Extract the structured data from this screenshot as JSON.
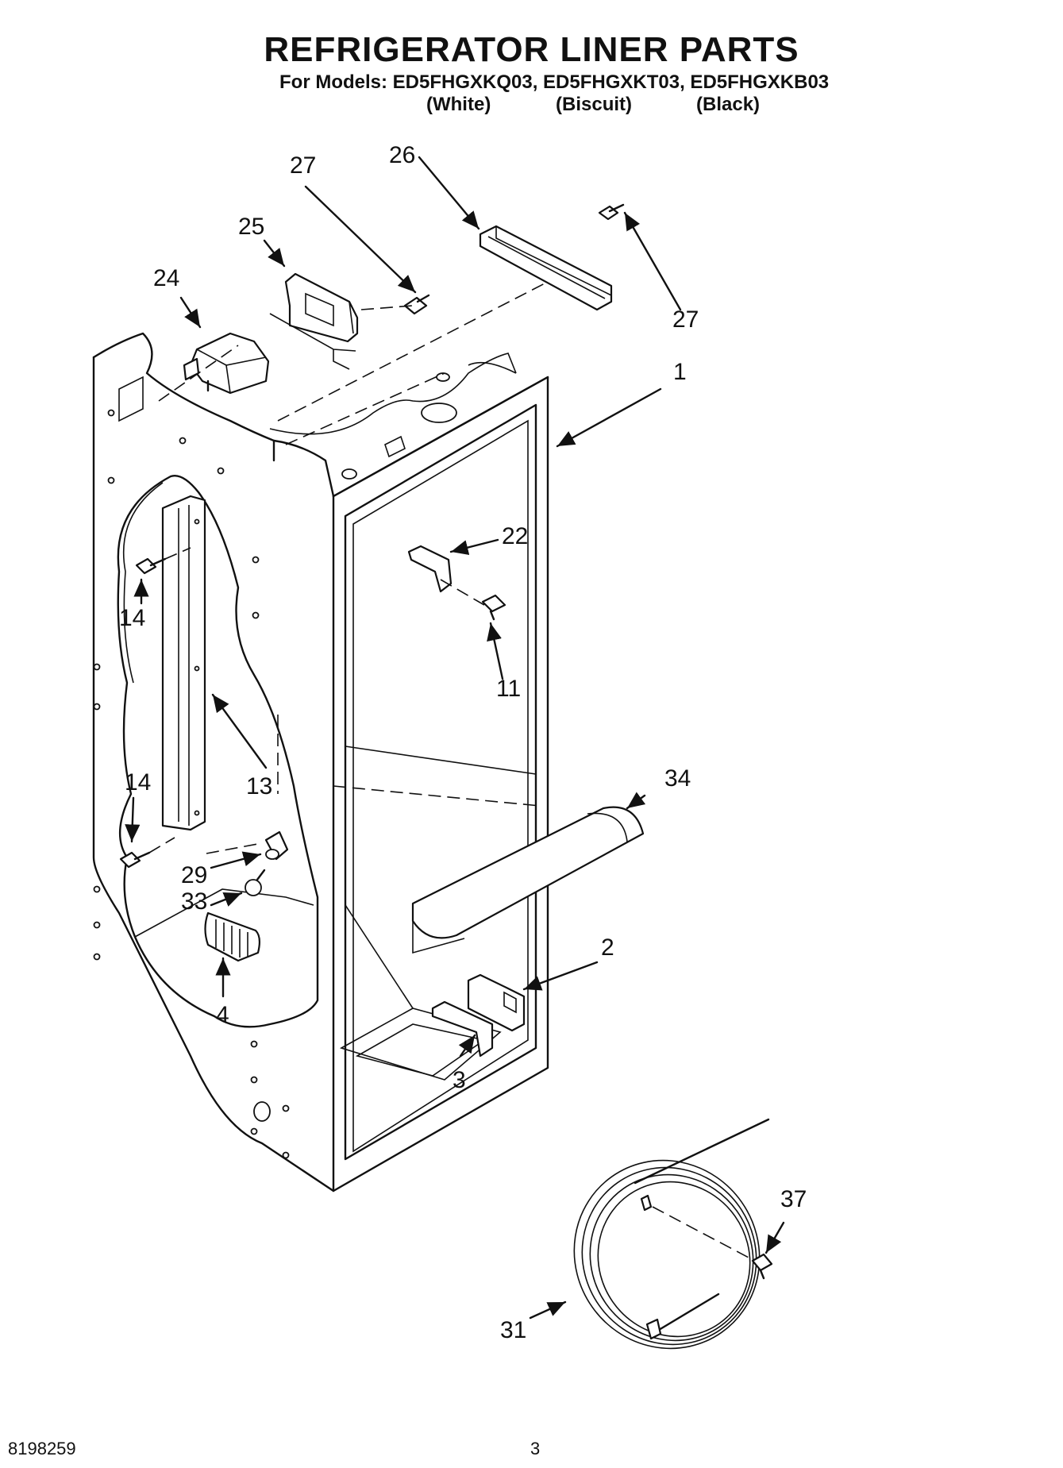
{
  "header": {
    "title": "REFRIGERATOR LINER PARTS",
    "models_line": "For Models: ED5FHGXKQ03, ED5FHGXKT03, ED5FHGXKB03",
    "colors": [
      "(White)",
      "(Biscuit)",
      "(Black)"
    ]
  },
  "callouts": {
    "p1": "1",
    "p2": "2",
    "p3": "3",
    "p4": "4",
    "p11": "11",
    "p13": "13",
    "p14a": "14",
    "p14b": "14",
    "p22": "22",
    "p24": "24",
    "p25": "25",
    "p26": "26",
    "p27a": "27",
    "p27b": "27",
    "p29": "29",
    "p31": "31",
    "p33": "33",
    "p34": "34",
    "p37": "37"
  },
  "footer": {
    "doc_number": "8198259",
    "page": "3"
  }
}
